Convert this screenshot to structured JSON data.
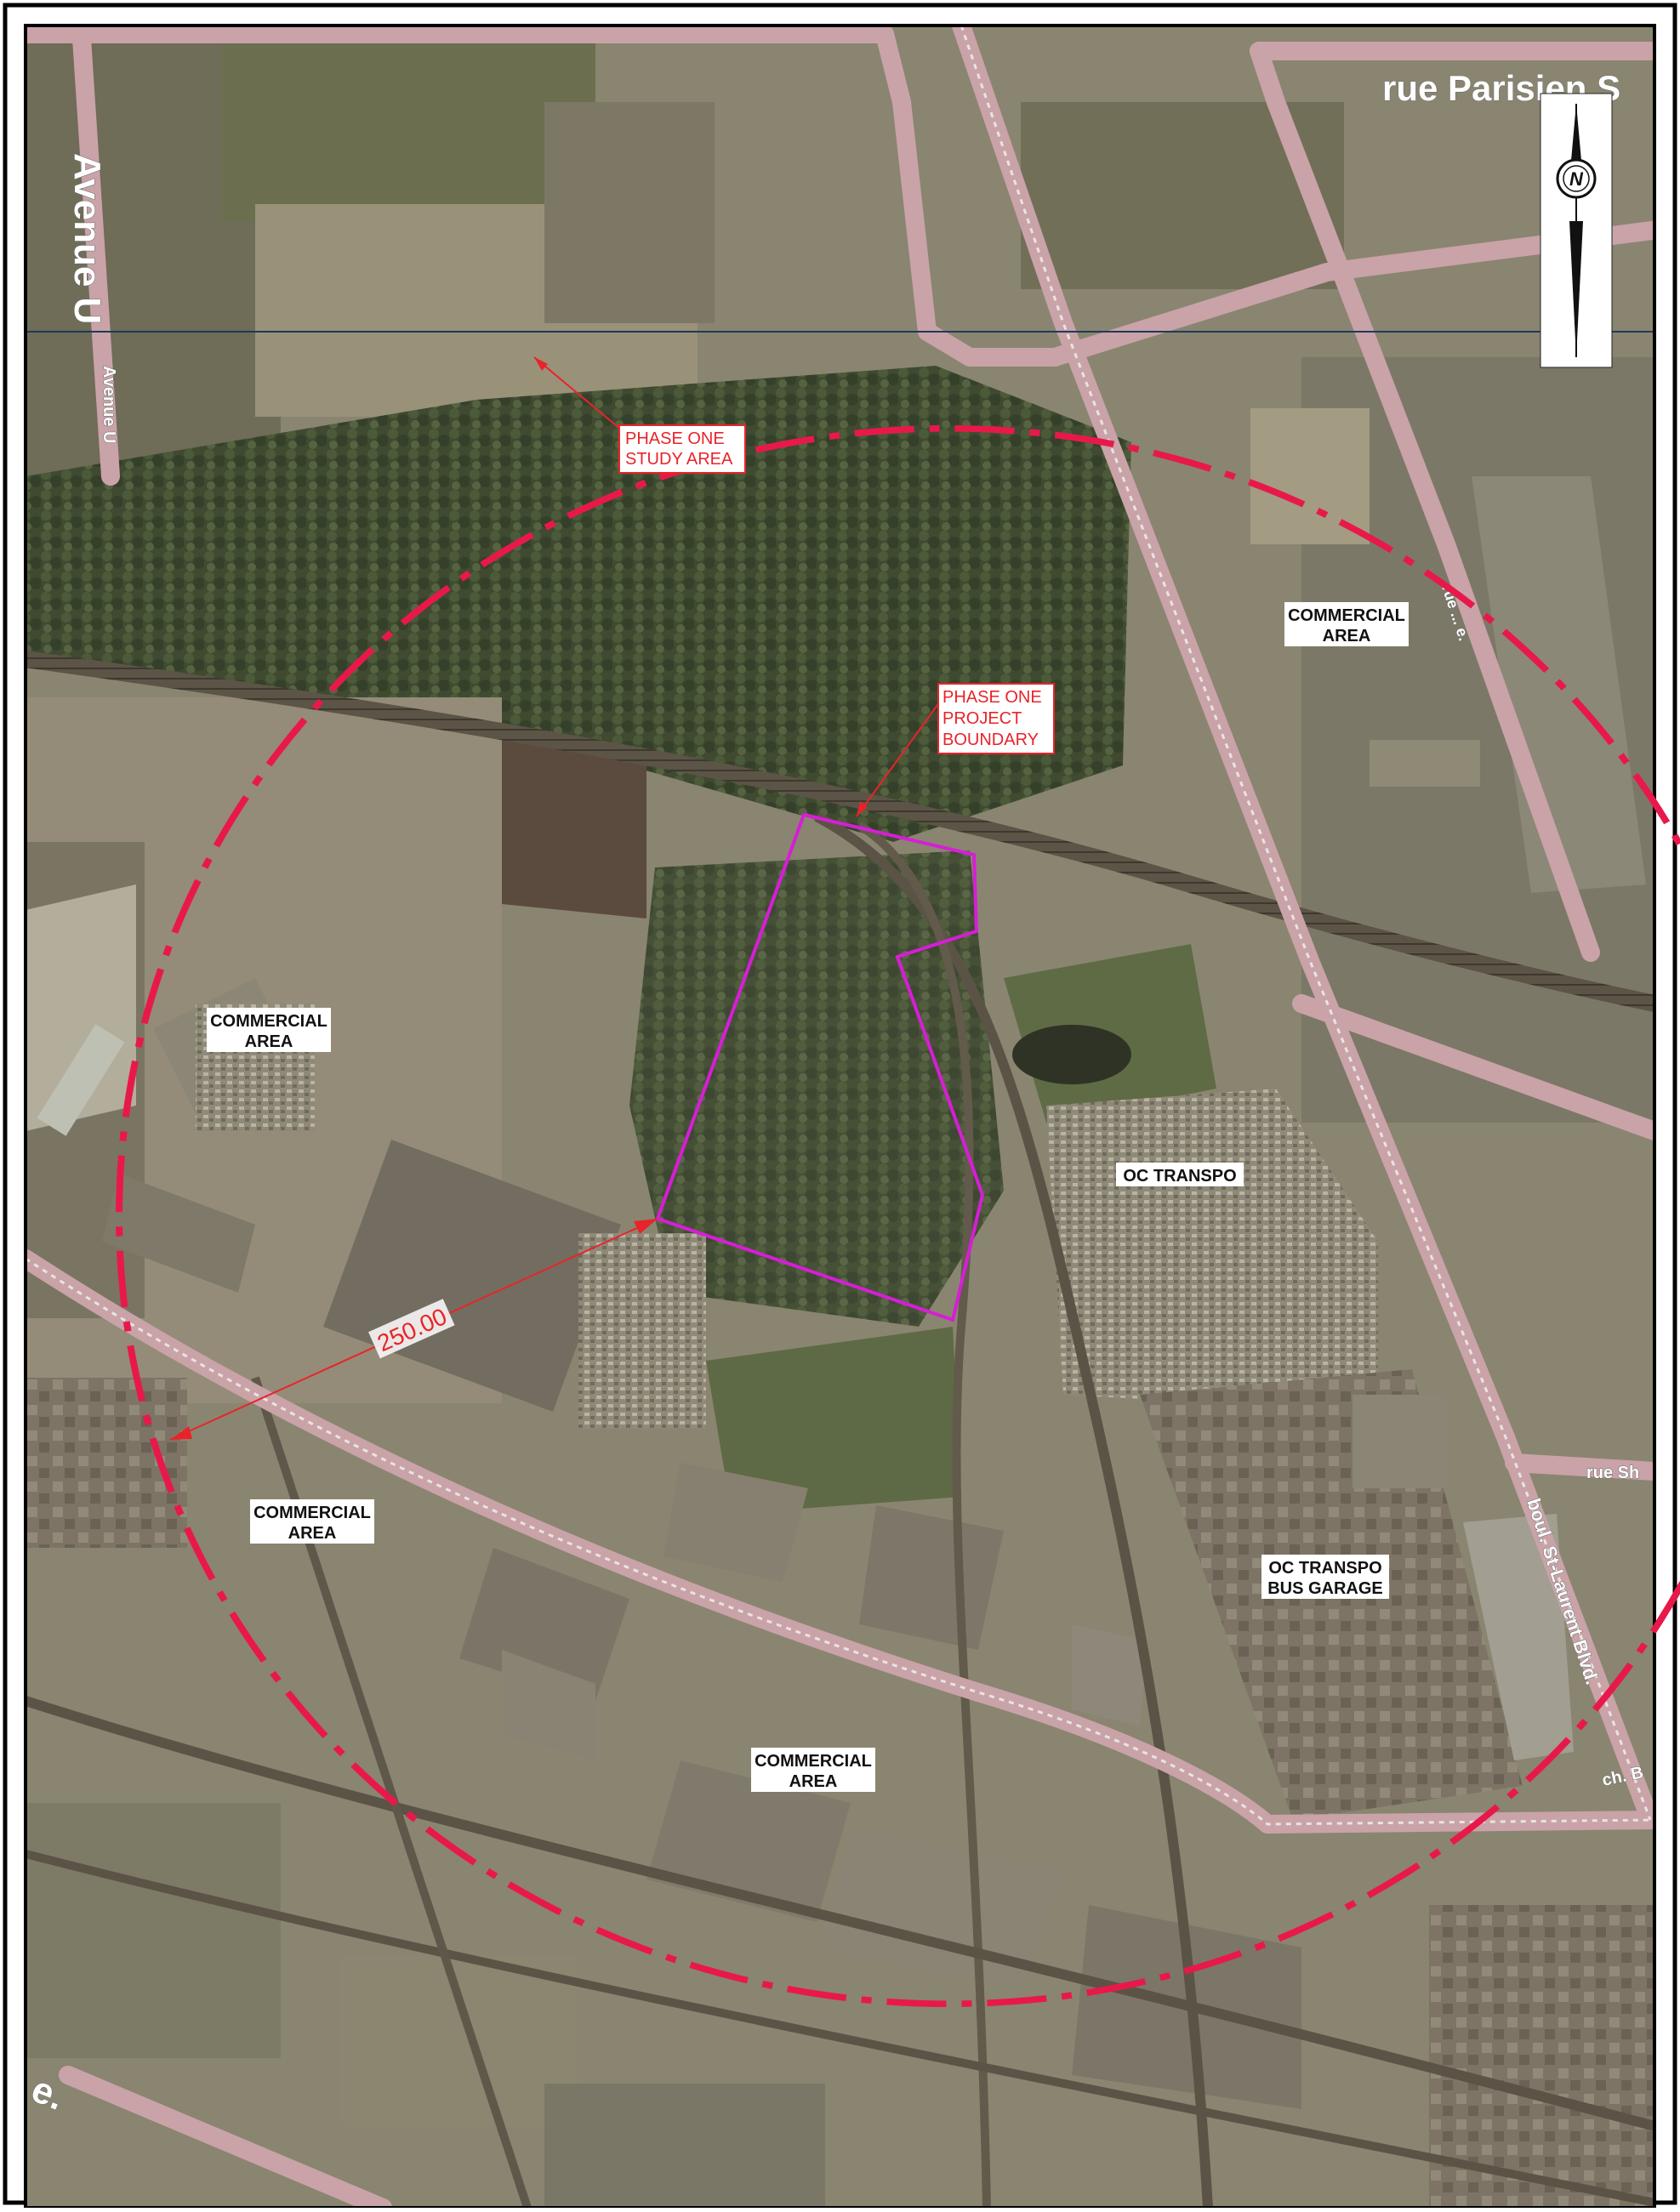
{
  "map": {
    "labels": {
      "commercial_nw": [
        "COMMERCIAL",
        "AREA"
      ],
      "commercial_ne": [
        "COMMERCIAL",
        "AREA"
      ],
      "commercial_sw": [
        "COMMERCIAL",
        "AREA"
      ],
      "commercial_s": [
        "COMMERCIAL",
        "AREA"
      ],
      "oc_transpo": "OC TRANSPO",
      "bus_garage": [
        "OC TRANSPO",
        "BUS GARAGE"
      ],
      "study_area": [
        "PHASE ONE",
        "STUDY AREA"
      ],
      "project_boundary": [
        "PHASE ONE",
        "PROJECT",
        "BOUNDARY"
      ],
      "radius_value": "250.00"
    },
    "streets": {
      "avenue_u_large": "Avenue U",
      "avenue_u_small": "Avenue U",
      "rue_parisien": "rue Parisien S",
      "rue_sh": "rue Sh",
      "boul_st_laurent": "boul. St-Laurent Blvd.",
      "ch_b": "ch. B",
      "rue_e": "rue ... e.",
      "left_edge": "e."
    },
    "north_arrow": {
      "icon": "north-arrow-icon",
      "letter": "N"
    },
    "colors": {
      "study_area_circle": "#e8194a",
      "project_boundary": "#d61ed6",
      "callout_red": "#e8242a",
      "road_pink": "#c9a3a8"
    }
  }
}
